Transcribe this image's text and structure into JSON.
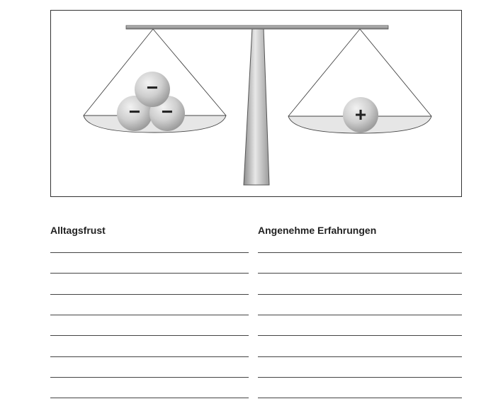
{
  "scale": {
    "left_pan": {
      "balls": [
        {
          "symbol": "−"
        },
        {
          "symbol": "−"
        },
        {
          "symbol": "−"
        }
      ]
    },
    "right_pan": {
      "balls": [
        {
          "symbol": "+"
        }
      ]
    },
    "tilt": "level"
  },
  "columns": [
    {
      "heading": "Alltagsfrust",
      "line_count": 8
    },
    {
      "heading": "Angenehme Erfahrungen",
      "line_count": 8
    }
  ],
  "colors": {
    "ink": "#333333",
    "pan_fill": "#e6e6e6",
    "ball_light": "#f2f2f2",
    "ball_dark": "#9a9a9a"
  }
}
